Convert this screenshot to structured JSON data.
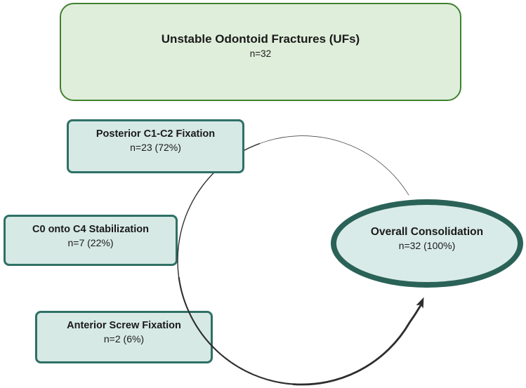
{
  "diagram": {
    "root": {
      "title": "Unstable Odontoid Fractures (UFs)",
      "count": "n=32"
    },
    "branches": [
      {
        "title": "Posterior C1-C2 Fixation",
        "count": "n=23 (72%)"
      },
      {
        "title": "C0 onto C4 Stabilization",
        "count": "n=7 (22%)"
      },
      {
        "title": "Anterior Screw Fixation",
        "count": "n=2 (6%)"
      }
    ],
    "outcome": {
      "title": "Overall Consolidation",
      "count": "n=32 (100%)"
    },
    "colors": {
      "root_fill": "#dfeeda",
      "root_border": "#41812f",
      "branch_fill": "#d6e9e5",
      "branch_border": "#2f7066",
      "outcome_fill": "#d9ebe8",
      "outcome_border": "#2a6257",
      "arrow": "#2e2e2e",
      "text": "#1a1a1a"
    }
  }
}
